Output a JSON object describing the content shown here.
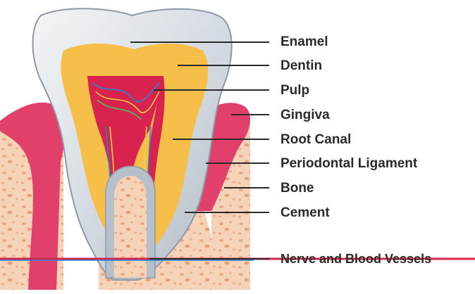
{
  "diagram": {
    "labels": {
      "enamel": "Enamel",
      "dentin": "Dentin",
      "pulp": "Pulp",
      "gingiva": "Gingiva",
      "root_canal": "Root Canal",
      "periodontal_ligament": "Periodontal Ligament",
      "bone": "Bone",
      "cement": "Cement",
      "nerve_and_blood_vessels": "Nerve and Blood Vessels"
    }
  }
}
